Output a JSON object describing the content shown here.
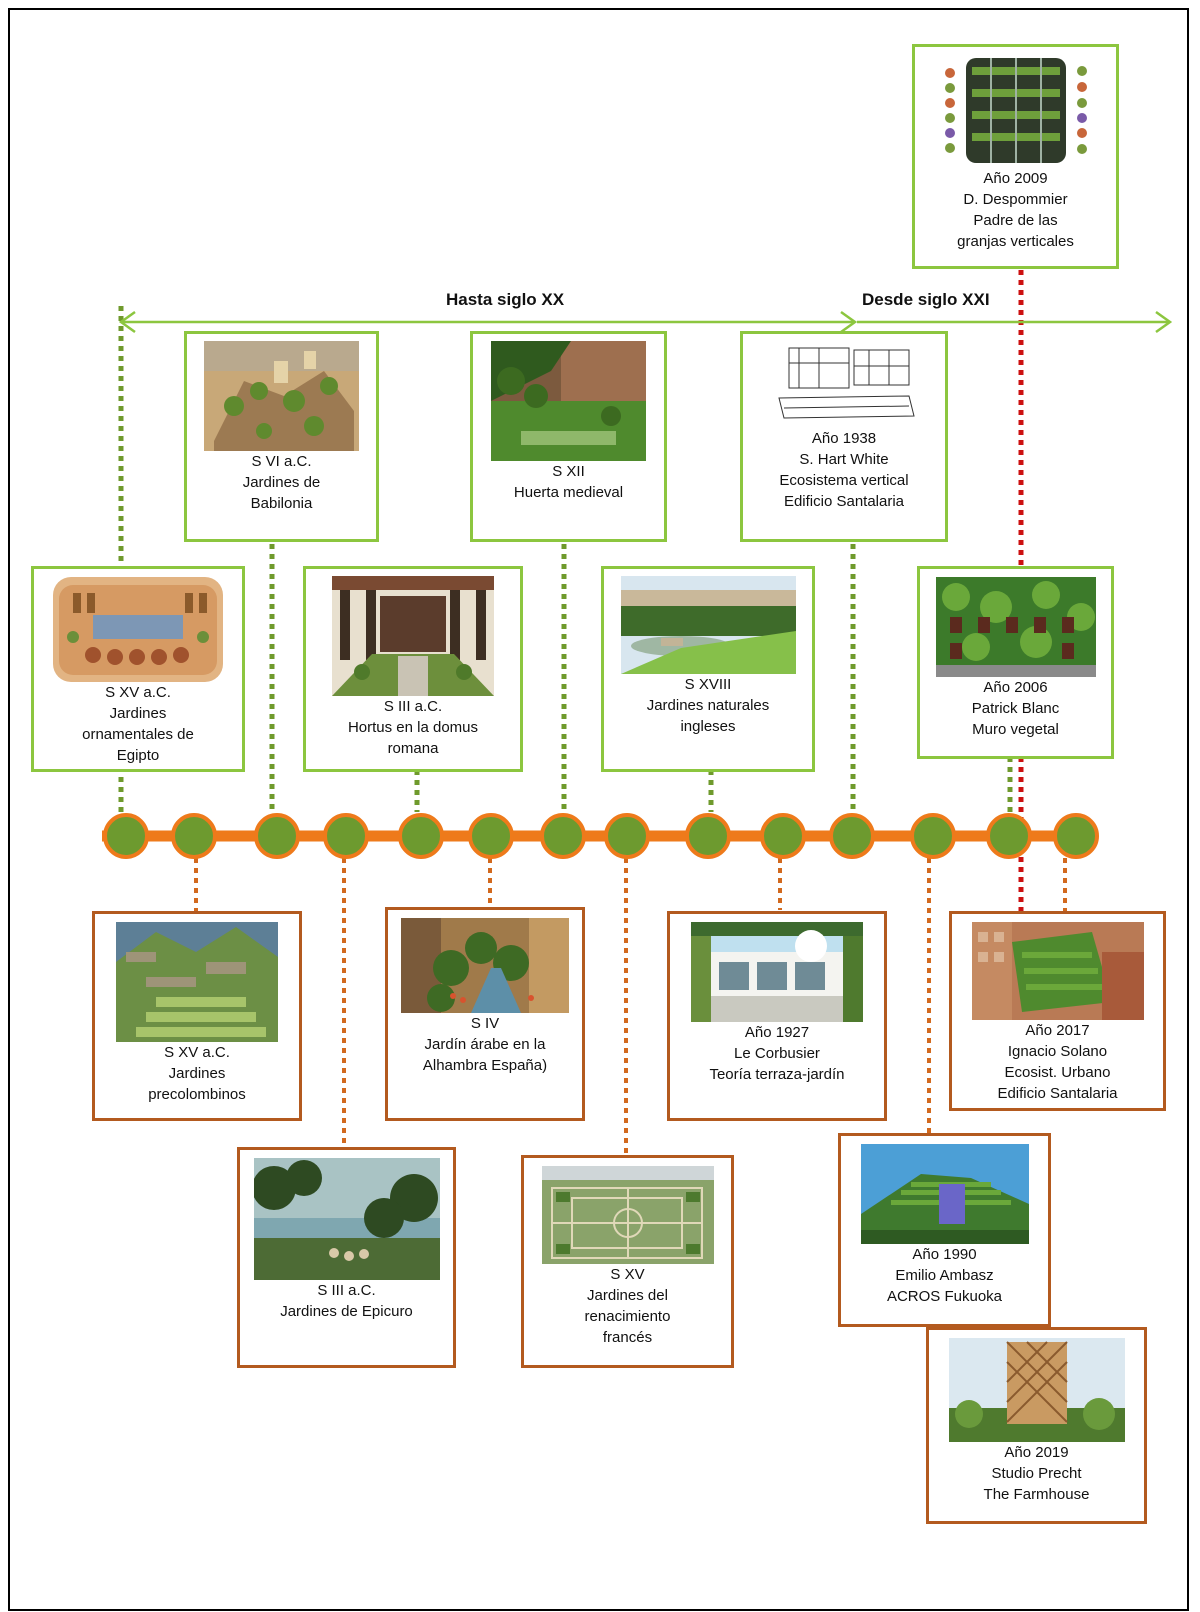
{
  "header": {
    "left_span_label": "Hasta siglo XX",
    "right_span_label": "Desde siglo XXI"
  },
  "colors": {
    "green_border": "#8cc63f",
    "orange_border": "#b35a1f",
    "timeline": "#ee7a1b",
    "node_fill": "#6d9a2f",
    "green_dots": "#6f9a2c",
    "red_dots": "#cc1010"
  },
  "events": [
    {
      "key": "egipto",
      "lines": [
        "S XV a.C.",
        "Jardines",
        "ornamentales de",
        "Egipto"
      ],
      "picture": "egyptian-garden-painting"
    },
    {
      "key": "babilonia",
      "lines": [
        "S VI a.C.",
        "Jardines de",
        "Babilonia"
      ],
      "picture": "hanging-gardens-illustration"
    },
    {
      "key": "domus",
      "lines": [
        "S III a.C.",
        "Hortus en la domus",
        "romana"
      ],
      "picture": "roman-peristyle-garden"
    },
    {
      "key": "medieval",
      "lines": [
        "S XII",
        "Huerta medieval"
      ],
      "picture": "medieval-cloister-garden"
    },
    {
      "key": "ingleses",
      "lines": [
        "S XVIII",
        "Jardines naturales",
        "ingleses"
      ],
      "picture": "english-landscape-garden"
    },
    {
      "key": "hartwhite",
      "lines": [
        "Año 1938",
        "S. Hart White",
        "Ecosistema   vertical",
        "Edificio Santalaria"
      ],
      "picture": "vertical-ecosystem-sketch"
    },
    {
      "key": "blanc",
      "lines": [
        "Año 2006",
        "Patrick Blanc",
        "Muro vegetal"
      ],
      "picture": "green-wall-facade"
    },
    {
      "key": "despommier",
      "lines": [
        "Año 2009",
        "D. Despommier",
        "Padre de las",
        "granjas verticales"
      ],
      "picture": "vertical-farm-tower"
    },
    {
      "key": "precolombinos",
      "lines": [
        "S XV a.C.",
        "Jardines",
        "precolombinos"
      ],
      "picture": "inca-terraces"
    },
    {
      "key": "epicuro",
      "lines": [
        "S III a.C.",
        "Jardines de Epicuro"
      ],
      "picture": "classical-landscape-painting"
    },
    {
      "key": "alhambra",
      "lines": [
        "S IV",
        "Jardín árabe en la",
        "Alhambra España)"
      ],
      "picture": "alhambra-garden"
    },
    {
      "key": "renacimiento",
      "lines": [
        "S XV",
        "Jardines del",
        "renacimiento",
        "francés"
      ],
      "picture": "french-parterre-garden"
    },
    {
      "key": "corbusier",
      "lines": [
        "Año 1927",
        "Le Corbusier",
        "Teoría terraza-jardín"
      ],
      "picture": "modernist-villa-terrace"
    },
    {
      "key": "solano",
      "lines": [
        "Año 2017",
        "Ignacio Solano",
        "Ecosist. Urbano",
        "Edificio Santalaria"
      ],
      "picture": "green-building-bogota"
    },
    {
      "key": "ambasz",
      "lines": [
        "Año 1990",
        "Emilio Ambasz",
        "ACROS Fukuoka"
      ],
      "picture": "acros-fukuoka-terraces"
    },
    {
      "key": "precht",
      "lines": [
        "Año 2019",
        "Studio Precht",
        "The Farmhouse"
      ],
      "picture": "timber-lattice-tower"
    }
  ]
}
